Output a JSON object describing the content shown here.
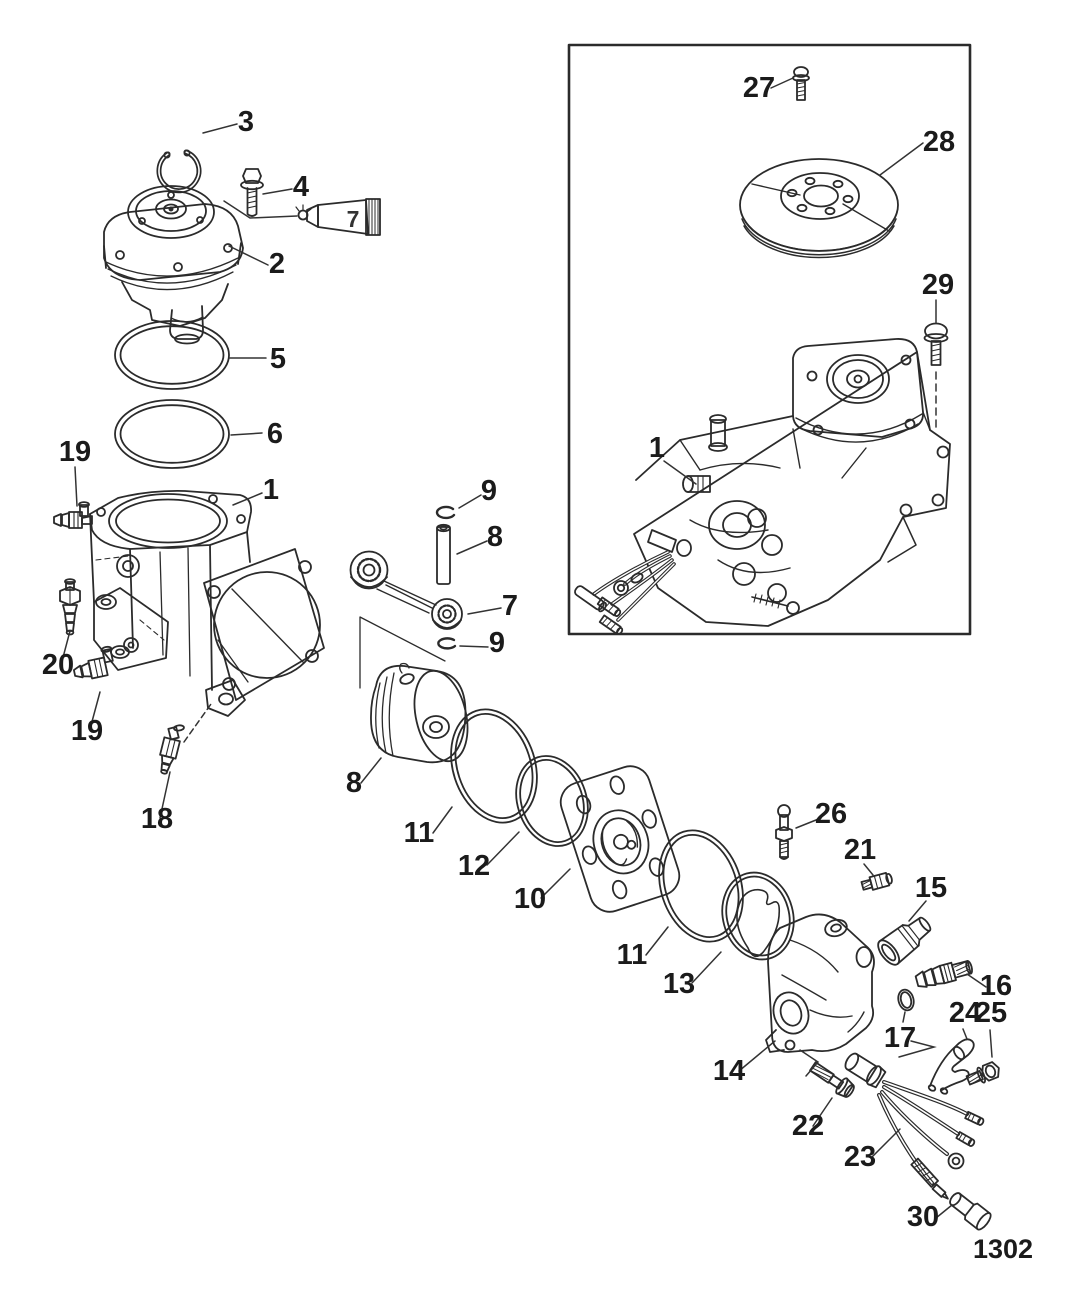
{
  "page": {
    "number": "1302"
  },
  "callout_numbers": [
    "1",
    "2",
    "3",
    "4",
    "5",
    "6",
    "7",
    "8",
    "9",
    "10",
    "11",
    "12",
    "13",
    "14",
    "15",
    "16",
    "17",
    "18",
    "19",
    "20",
    "21",
    "22",
    "23",
    "24",
    "25",
    "26",
    "27",
    "28",
    "29",
    "30"
  ],
  "labels": {
    "p1_left": "1",
    "p1_inset": "1",
    "p2": "2",
    "p3": "3",
    "p4": "4",
    "p5": "5",
    "p6": "6",
    "p7_tube": "7",
    "p7_rod": "7",
    "p8_pin": "8",
    "p8_piston": "8",
    "p9_upper": "9",
    "p9_lower": "9",
    "p10": "10",
    "p11_left": "11",
    "p11_right": "11",
    "p12": "12",
    "p13": "13",
    "p14": "14",
    "p15": "15",
    "p16": "16",
    "p17": "17",
    "p18": "18",
    "p19_upper": "19",
    "p19_lower": "19",
    "p20": "20",
    "p21": "21",
    "p22": "22",
    "p23": "23",
    "p24": "24",
    "p25": "25",
    "p26": "26",
    "p27": "27",
    "p28": "28",
    "p29": "29",
    "p30": "30"
  }
}
